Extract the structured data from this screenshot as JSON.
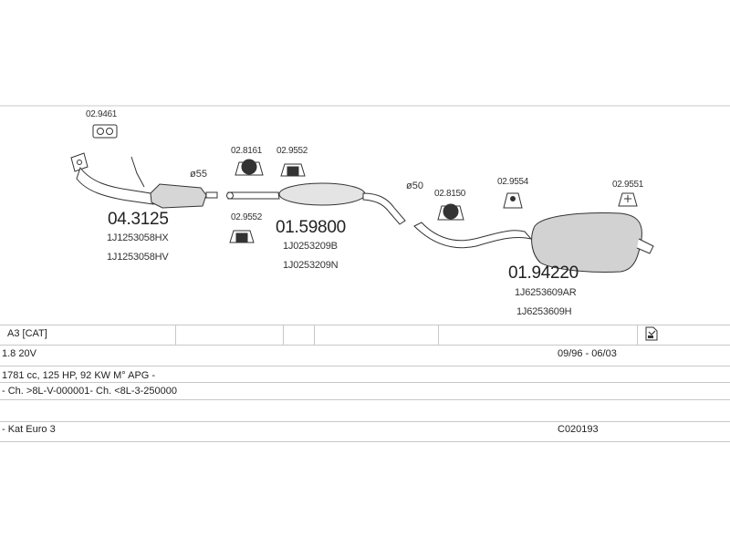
{
  "diagram": {
    "part_labels": {
      "clamp_1": "02.9461",
      "rubber_1": "02.8161",
      "hanger_1": "02.9552",
      "hanger_2": "02.9552",
      "rubber_2": "02.8150",
      "bracket_1": "02.9554",
      "bracket_2": "02.9551"
    },
    "diameters": {
      "d1": "ø55",
      "d2": "ø50"
    },
    "sections": [
      {
        "number": "04.3125",
        "oem": [
          "1J1253058HX",
          "1J1253058HV"
        ]
      },
      {
        "number": "01.59800",
        "oem": [
          "1J0253209B",
          "1J0253209N"
        ]
      },
      {
        "number": "01.94220",
        "oem": [
          "1J6253609AR",
          "1J6253609H"
        ]
      }
    ]
  },
  "table": {
    "model": "A3  [CAT]",
    "engine": "1.8 20V",
    "years": "09/96 - 06/03",
    "spec": "1781 cc, 125 HP, 92 KW M° APG -",
    "chassis": "- Ch. >8L-V-000001- Ch. <8L-3-250000",
    "note": "- Kat Euro 3",
    "code": "C020193"
  },
  "colors": {
    "line": "#333333",
    "grid": "#c8c8c8",
    "fill": "#cfcfcf"
  }
}
